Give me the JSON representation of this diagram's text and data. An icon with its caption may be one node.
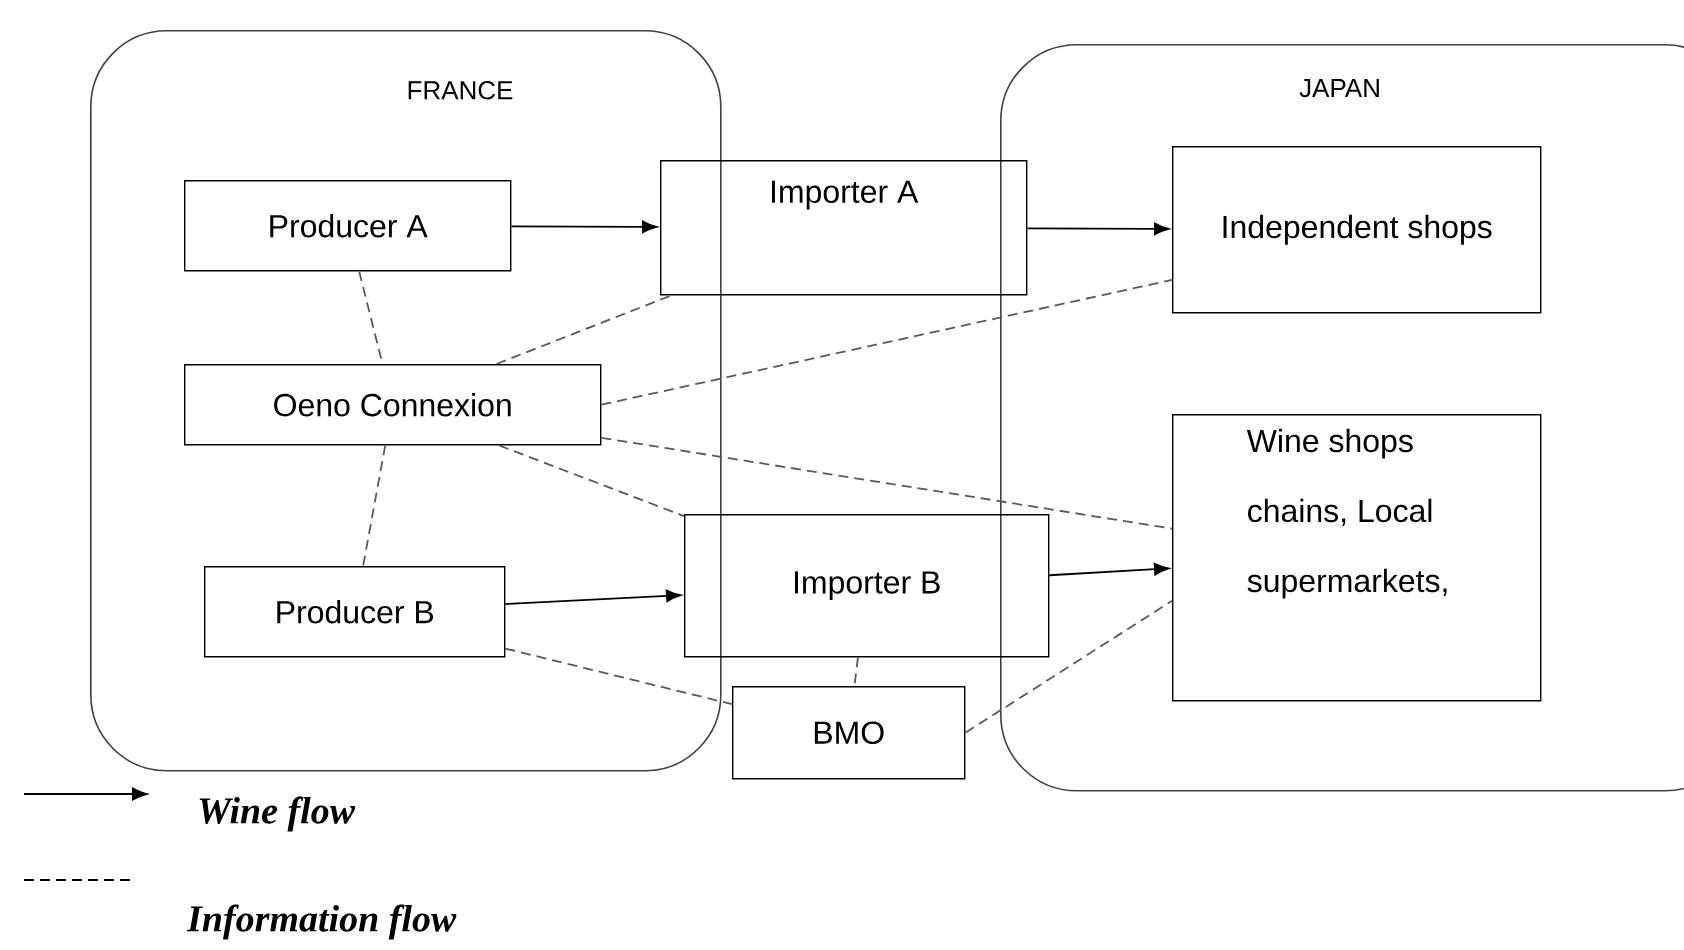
{
  "diagram": {
    "nodes": [
      {
        "text": [
          "FRANCE"
        ]
      },
      {
        "text": [
          "JAPAN"
        ]
      },
      {
        "text": [
          "Producer A"
        ],
        "in": 0
      },
      {
        "text": [
          "Oeno Connexion"
        ],
        "in": 0
      },
      {
        "text": [
          "Producer B"
        ],
        "in": 0
      },
      {
        "text": [
          "Importer A"
        ]
      },
      {
        "text": [
          "Independent shops"
        ],
        "in": 1
      },
      {
        "text": [
          "Wine shops chains, Local supermarkets,"
        ],
        "in": 1
      },
      {
        "text": [
          "Importer B"
        ]
      },
      {
        "text": [
          "BMO"
        ]
      }
    ],
    "edges": [
      {
        "from": 2,
        "to": 5,
        "arrow": "to"
      },
      {
        "from": 5,
        "to": 6,
        "arrow": "to"
      },
      {
        "from": 4,
        "to": 8,
        "arrow": "to"
      },
      {
        "from": 8,
        "to": 7,
        "arrow": "to"
      },
      {
        "from": 2,
        "to": 3,
        "arrow": "none",
        "style": "dashed"
      },
      {
        "from": 3,
        "to": 5,
        "arrow": "none",
        "style": "dashed"
      },
      {
        "from": 3,
        "to": 6,
        "arrow": "none",
        "style": "dashed"
      },
      {
        "from": 3,
        "to": 7,
        "arrow": "none",
        "style": "dashed"
      },
      {
        "from": 3,
        "to": 8,
        "arrow": "none",
        "style": "dashed"
      },
      {
        "from": 3,
        "to": 4,
        "arrow": "none",
        "style": "dashed"
      },
      {
        "from": 4,
        "to": 9,
        "arrow": "none",
        "style": "dashed"
      },
      {
        "from": 8,
        "to": 9,
        "arrow": "none",
        "style": "dashed"
      },
      {
        "from": 9,
        "to": 7,
        "arrow": "none",
        "style": "dashed"
      }
    ],
    "legend": [
      {
        "text": "Wine flow"
      },
      {
        "text": "Information flow"
      }
    ]
  }
}
